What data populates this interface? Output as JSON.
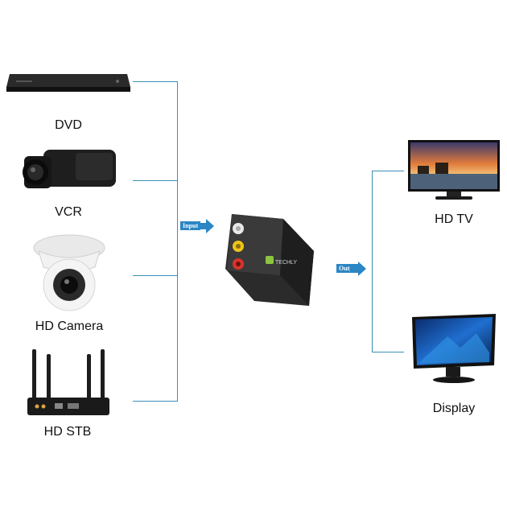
{
  "diagram": {
    "sources": [
      {
        "label": "DVD",
        "icon": "dvd-player-icon"
      },
      {
        "label": "VCR",
        "icon": "camcorder-icon"
      },
      {
        "label": "HD Camera",
        "icon": "dome-camera-icon"
      },
      {
        "label": "HD STB",
        "icon": "set-top-box-icon"
      }
    ],
    "input_label": "Input",
    "output_label": "Output",
    "converter": {
      "icon": "converter-box-icon",
      "brand": "TECHLY"
    },
    "outputs": [
      {
        "label": "HD TV",
        "icon": "tv-icon"
      },
      {
        "label": "Display",
        "icon": "monitor-icon"
      }
    ],
    "colors": {
      "connector": "#3a8fb7",
      "arrow": "#2a86c4",
      "device": "#1c1c1c"
    }
  }
}
